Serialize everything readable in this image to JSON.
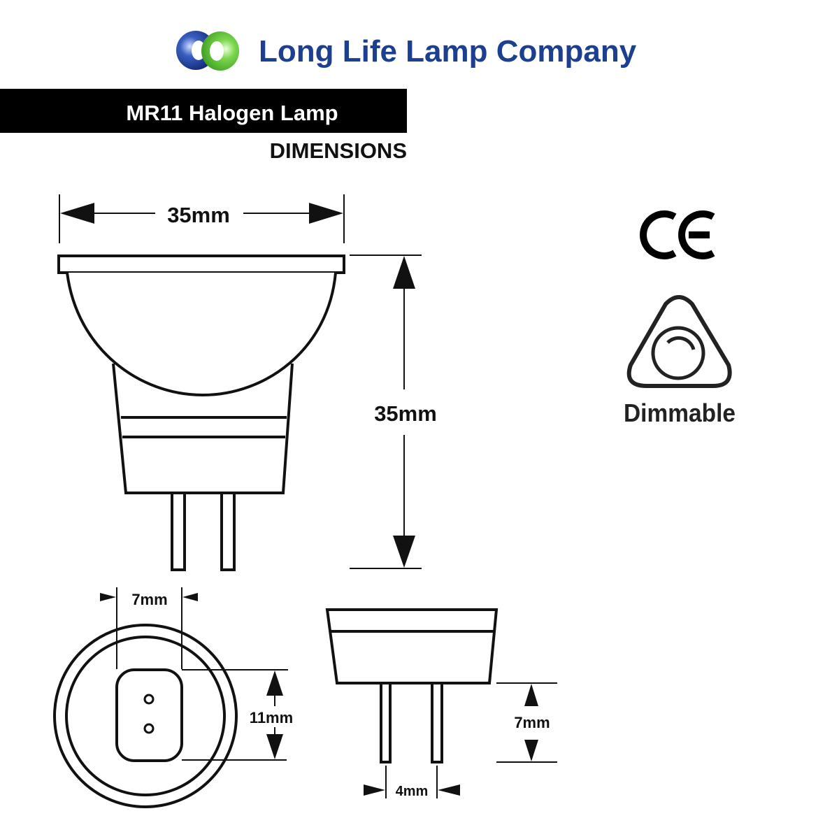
{
  "brand": {
    "company_name": "Long Life Lamp Company",
    "logo": "two-interlocking-rings-logo",
    "colors": {
      "brand_blue": "#1c3f8f",
      "logo_blue": "#1f3d99",
      "logo_green": "#5cc43a"
    }
  },
  "header": {
    "product_title": "MR11 Halogen Lamp",
    "section_label": "DIMENSIONS"
  },
  "dimensions": {
    "lamp_diameter": "35mm",
    "lamp_height": "35mm",
    "base_width": "7mm",
    "base_height": "11mm",
    "pin_length": "7mm",
    "pin_spacing": "4mm"
  },
  "certifications": {
    "ce_mark": "CE",
    "dimmable_label": "Dimmable",
    "dimmable_icon": "dimmable-triangle-icon"
  }
}
